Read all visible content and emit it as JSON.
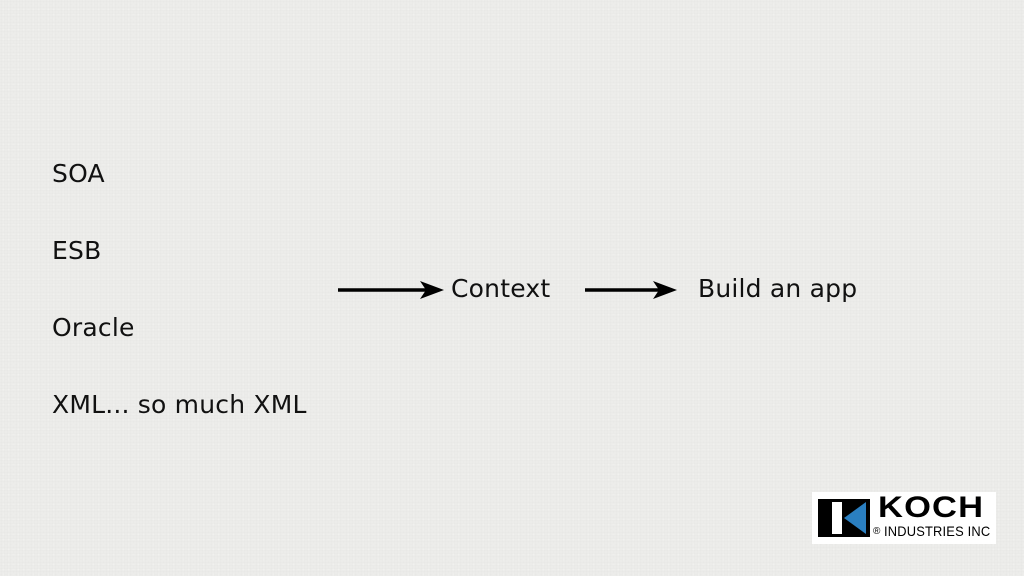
{
  "list": {
    "items": [
      "SOA",
      "ESB",
      "Oracle",
      "XML... so much XML"
    ]
  },
  "flow": {
    "middle_label": "Context",
    "end_label": "Build an app"
  },
  "logo": {
    "name": "KOCH",
    "subtitle": "INDUSTRIES INC",
    "registered_mark": "®",
    "colors": {
      "mark_black": "#000000",
      "mark_blue": "#2a7fc1",
      "background": "#ffffff"
    }
  },
  "colors": {
    "slide_background": "#ececea",
    "text": "#111111"
  }
}
